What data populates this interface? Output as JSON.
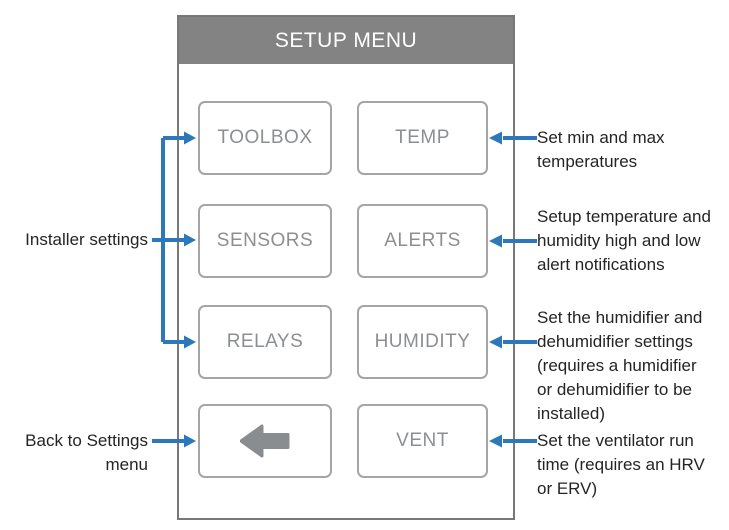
{
  "colors": {
    "accent_blue": "#2d78bb",
    "panel_border": "#77787b",
    "header_bg": "#838383",
    "header_text": "#ffffff",
    "button_border": "#a3a5a8",
    "button_text": "#8c8f92",
    "back_icon_gray": "#8a8d90",
    "annotation_text": "#242424"
  },
  "menu": {
    "title": "SETUP MENU",
    "buttons": [
      {
        "name": "toolbox",
        "label": "TOOLBOX"
      },
      {
        "name": "temp",
        "label": "TEMP"
      },
      {
        "name": "sensors",
        "label": "SENSORS"
      },
      {
        "name": "alerts",
        "label": "ALERTS"
      },
      {
        "name": "relays",
        "label": "RELAYS"
      },
      {
        "name": "humidity",
        "label": "HUMIDITY"
      },
      {
        "name": "back",
        "label": "",
        "icon": "back-arrow"
      },
      {
        "name": "vent",
        "label": "VENT"
      }
    ]
  },
  "annotations": {
    "installer": {
      "text": "Installer settings",
      "targets": [
        "TOOLBOX",
        "SENSORS",
        "RELAYS"
      ]
    },
    "back": {
      "text": "Back to Settings\nmenu",
      "targets": [
        "back-button"
      ]
    },
    "temp": {
      "text": "Set min and max\ntemperatures",
      "target": "TEMP"
    },
    "alerts": {
      "text": "Setup temperature and\nhumidity high and low\nalert notifications",
      "target": "ALERTS"
    },
    "humidity": {
      "text": "Set the humidifier and\ndehumidifier settings\n(requires a humidifier\nor dehumidifier to be\ninstalled)",
      "target": "HUMIDITY"
    },
    "vent": {
      "text": "Set the ventilator run\ntime (requires an HRV\nor ERV)",
      "target": "VENT"
    }
  }
}
